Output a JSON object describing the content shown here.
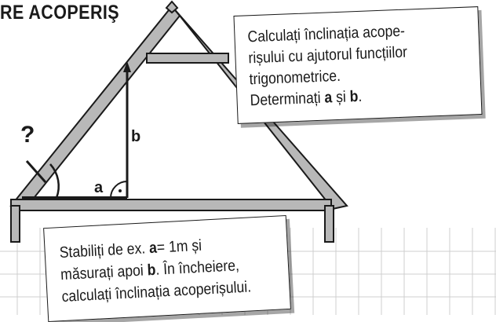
{
  "title": "RE ACOPERIŞ",
  "labels": {
    "question": "?",
    "a": "a",
    "b": "b"
  },
  "instruction_top": {
    "line1": "Calculați înclinația acope-",
    "line2": "rișului cu ajutorul funcțiilor",
    "line3": "trigonometrice.",
    "line4_prefix": "Determinați ",
    "line4_a": "a",
    "line4_mid": " și ",
    "line4_b": "b",
    "line4_suffix": "."
  },
  "instruction_bottom": {
    "line1_prefix": "Stabiliți de ex. ",
    "line1_a": "a",
    "line1_suffix": "= 1m și",
    "line2_prefix": "măsurați apoi ",
    "line2_b": "b",
    "line2_suffix": ". În încheiere,",
    "line3": "calculați înclinația acoperișului."
  },
  "colors": {
    "roof_fill": "#b8b8b8",
    "outline": "#1a1a1a",
    "grid": "#cfcfcf"
  }
}
